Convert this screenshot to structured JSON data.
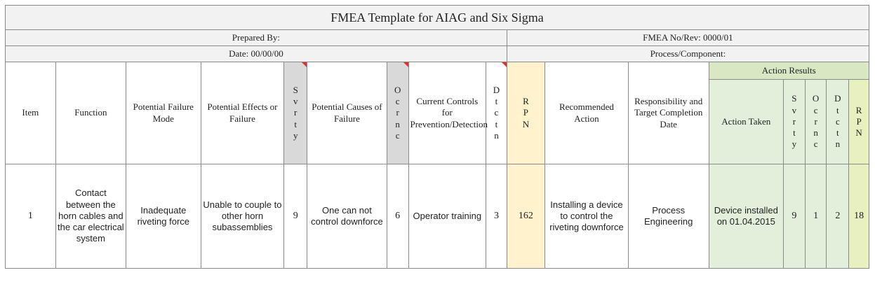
{
  "title": "FMEA Template for AIAG and Six Sigma",
  "prepared_by_label": "Prepared By:",
  "fmea_no_label": "FMEA No/Rev: 0000/01",
  "date_label": "Date: 00/00/00",
  "process_label": "Process/Component:",
  "headers": {
    "item": "Item",
    "function": "Function",
    "failure_mode": "Potential Failure Mode",
    "effects": "Potential Effects or Failure",
    "svrty": "Svrty",
    "causes": "Potential Causes of Failure",
    "ocrnc": "Ocrnc",
    "controls": "Current Controls for Prevention/Detection",
    "dtctn": "Dtctn",
    "rpn": "RPN",
    "recommended": "Recommended Action",
    "responsibility": "Responsibility and Target Completion Date",
    "action_results": "Action Results",
    "action_taken": "Action Taken",
    "svrty2": "Svrty",
    "ocrnc2": "Ocrnc",
    "dtctn2": "Dtctn",
    "rpn2": "RPN"
  },
  "row": {
    "item": "1",
    "function": "Contact between the horn cables and the car electrical system",
    "failure_mode": "Inadequate riveting force",
    "effects": "Unable to couple to other horn subassemblies",
    "svrty": "9",
    "causes": "One can not control downforce",
    "ocrnc": "6",
    "controls": "Operator training",
    "dtctn": "3",
    "rpn": "162",
    "recommended": "Installing a device to control the riveting downforce",
    "responsibility": "Process Engineering",
    "action_taken": "Device installed on 01.04.2015",
    "svrty2": "9",
    "ocrnc2": "1",
    "dtctn2": "2",
    "rpn2": "18"
  },
  "colors": {
    "grey": "#d9d9d9",
    "yellow": "#fff2cc",
    "green": "#e2efda",
    "lime": "#e9f0c0",
    "comment_flag": "#e03030"
  }
}
